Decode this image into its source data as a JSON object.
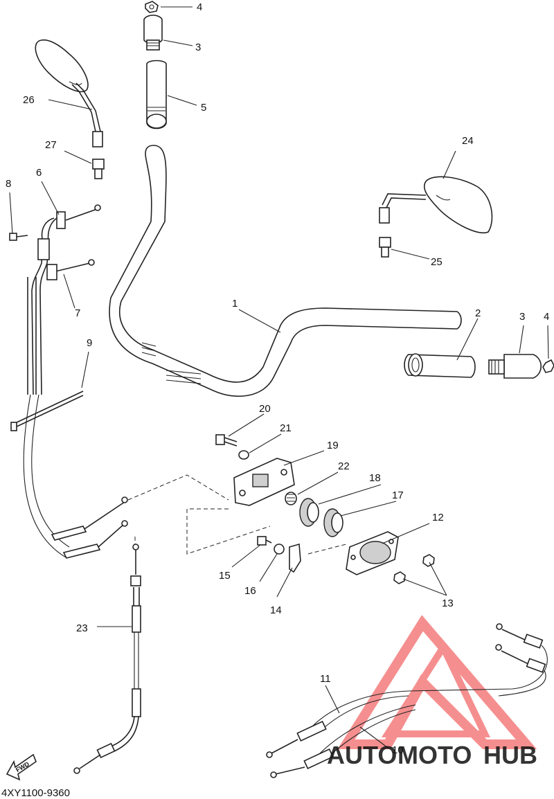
{
  "diagram": {
    "callouts": [
      "1",
      "2",
      "3",
      "3",
      "4",
      "4",
      "5",
      "6",
      "7",
      "8",
      "9",
      "10",
      "11",
      "12",
      "13",
      "14",
      "15",
      "16",
      "17",
      "18",
      "19",
      "20",
      "21",
      "22",
      "23",
      "24",
      "25",
      "26",
      "27"
    ],
    "code": "4XY1100-9360",
    "fwd_label": "FWD",
    "watermark": {
      "text_auto": "AUTO",
      "text_moto": "MOTO",
      "text_hub": "HUB",
      "color_red": "#f26a6a",
      "color_orange": "#f5a623",
      "color_dark": "#555555"
    }
  }
}
